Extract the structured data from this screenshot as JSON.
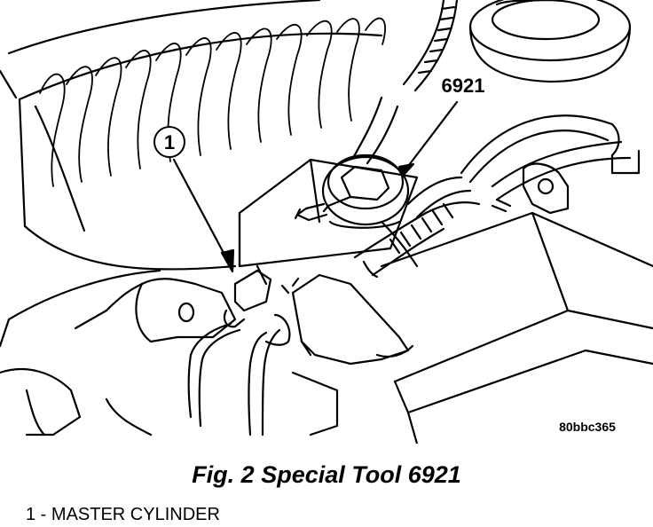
{
  "figure": {
    "caption": "Fig. 2 Special Tool 6921",
    "image_code": "80bbc365"
  },
  "callouts": {
    "item_1_number": "1",
    "tool_number": "6921"
  },
  "legend": {
    "items": [
      {
        "number": "1",
        "separator": " - ",
        "label": "MASTER CYLINDER"
      }
    ]
  },
  "colors": {
    "line": "#000000",
    "background": "#ffffff"
  }
}
